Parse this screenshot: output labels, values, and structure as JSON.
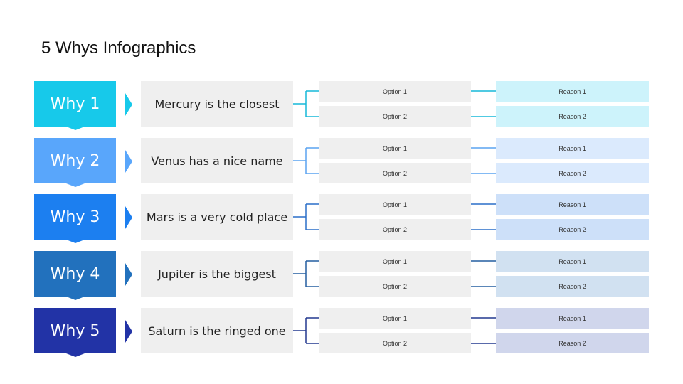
{
  "title": "5 Whys Infographics",
  "rows": [
    {
      "why": "Why 1",
      "statement": "Mercury is the closest",
      "option1": "Option 1",
      "option2": "Option 2",
      "reason1": "Reason 1",
      "reason2": "Reason 2",
      "color": "#17c9ea",
      "line_color": "#17b8d8",
      "reason_bg": "#cdf3fb"
    },
    {
      "why": "Why 2",
      "statement": "Venus has a nice name",
      "option1": "Option 1",
      "option2": "Option 2",
      "reason1": "Reason 1",
      "reason2": "Reason 2",
      "color": "#59a6fb",
      "line_color": "#5aa3f0",
      "reason_bg": "#dbeafd"
    },
    {
      "why": "Why 3",
      "statement": "Mars is a very cold place",
      "option1": "Option 1",
      "option2": "Option 2",
      "reason1": "Reason 1",
      "reason2": "Reason 2",
      "color": "#1c7ff0",
      "line_color": "#2a6fc9",
      "reason_bg": "#cde0f9"
    },
    {
      "why": "Why 4",
      "statement": "Jupiter is the biggest",
      "option1": "Option 1",
      "option2": "Option 2",
      "reason1": "Reason 1",
      "reason2": "Reason 2",
      "color": "#2271bd",
      "line_color": "#245ea0",
      "reason_bg": "#d1e1f1"
    },
    {
      "why": "Why 5",
      "statement": "Saturn is the ringed one",
      "option1": "Option 1",
      "option2": "Option 2",
      "reason1": "Reason 1",
      "reason2": "Reason 2",
      "color": "#2233a6",
      "line_color": "#22388f",
      "reason_bg": "#d0d6ec"
    }
  ]
}
